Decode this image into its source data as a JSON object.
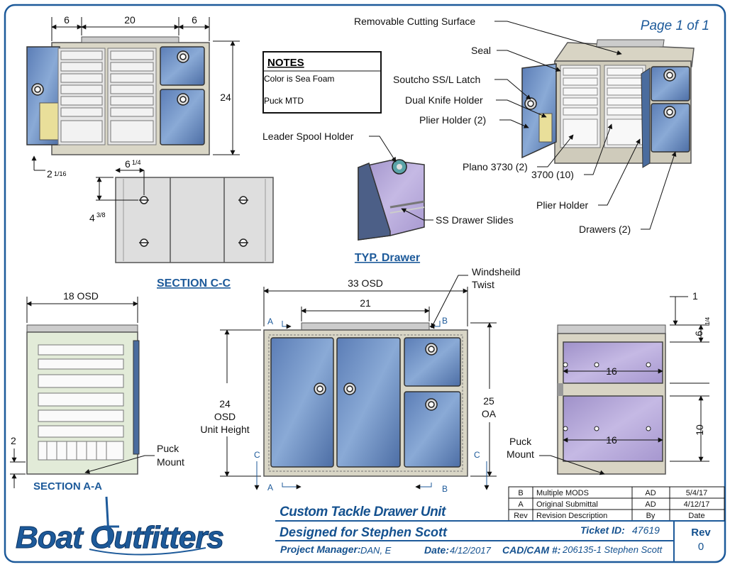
{
  "page_label": "Page 1 of 1",
  "notes": {
    "title": "NOTES",
    "lines": [
      "Color is Sea Foam",
      "Puck MTD"
    ]
  },
  "callouts": {
    "removable_cutting_surface": "Removable Cutting Surface",
    "seal": "Seal",
    "latch": "Soutcho SS/L Latch",
    "dual_knife": "Dual Knife Holder",
    "plier_holder_2": "Plier Holder (2)",
    "leader_spool": "Leader Spool Holder",
    "plano_3730": "Plano 3730 (2)",
    "plano_3700": "3700 (10)",
    "plier_holder": "Plier Holder",
    "drawers": "Drawers (2)",
    "ss_drawer_slides": "SS Drawer Slides",
    "windshield": [
      "Windsheild",
      "Twist"
    ],
    "puck_mount_a": [
      "Puck",
      "Mount"
    ],
    "puck_mount_b": [
      "Puck",
      "Mount"
    ],
    "unit_height": [
      "24",
      "OSD",
      "Unit Height"
    ],
    "overall": [
      "25",
      "OA"
    ]
  },
  "dims": {
    "top_6a": "6",
    "top_20": "20",
    "top_6b": "6",
    "top_24": "24",
    "top_2": "2",
    "top_2_frac": "1/16",
    "cc_6": "6",
    "cc_6_frac": "1/4",
    "cc_4": "4",
    "cc_4_frac": "3/8",
    "a_18": "18 OSD",
    "a_2": "2",
    "f_33": "33 OSD",
    "f_21": "21",
    "s_1": "1",
    "s_6": "6",
    "s_6_frac": "1/4",
    "s_16a": "16",
    "s_16b": "16",
    "s_10": "10"
  },
  "section_marks": {
    "a": "A",
    "b": "B",
    "c": "C"
  },
  "section_titles": {
    "cc": "SECTION C-C",
    "aa": "SECTION A-A",
    "typ": "TYP. Drawer"
  },
  "revisions": {
    "headers": [
      "Rev",
      "Revision Description",
      "By",
      "Date"
    ],
    "rows": [
      [
        "B",
        "Multiple MODS",
        "AD",
        "5/4/17"
      ],
      [
        "A",
        "Original Submittal",
        "AD",
        "4/12/17"
      ]
    ]
  },
  "title_block": {
    "logo": "Boat Outfitters",
    "title": "Custom Tackle Drawer Unit",
    "designed_for": "Designed for Stephen Scott",
    "ticket_label": "Ticket ID:",
    "ticket_value": "47619",
    "pm_label": "Project Manager:",
    "pm_value": "DAN, E",
    "date_label": "Date:",
    "date_value": "4/12/2017",
    "cad_label": "CAD/CAM #:",
    "cad_value": "206135-1 Stephen Scott",
    "rev_label": "Rev",
    "rev_value": "0"
  },
  "colors": {
    "frame": "#1d5a9a",
    "door": "#6d8fc4",
    "door_dark": "#4a6c9e",
    "panel": "#d9d6c6",
    "lavender": "#b3a5d8",
    "drawer": "#e8e8e8"
  }
}
